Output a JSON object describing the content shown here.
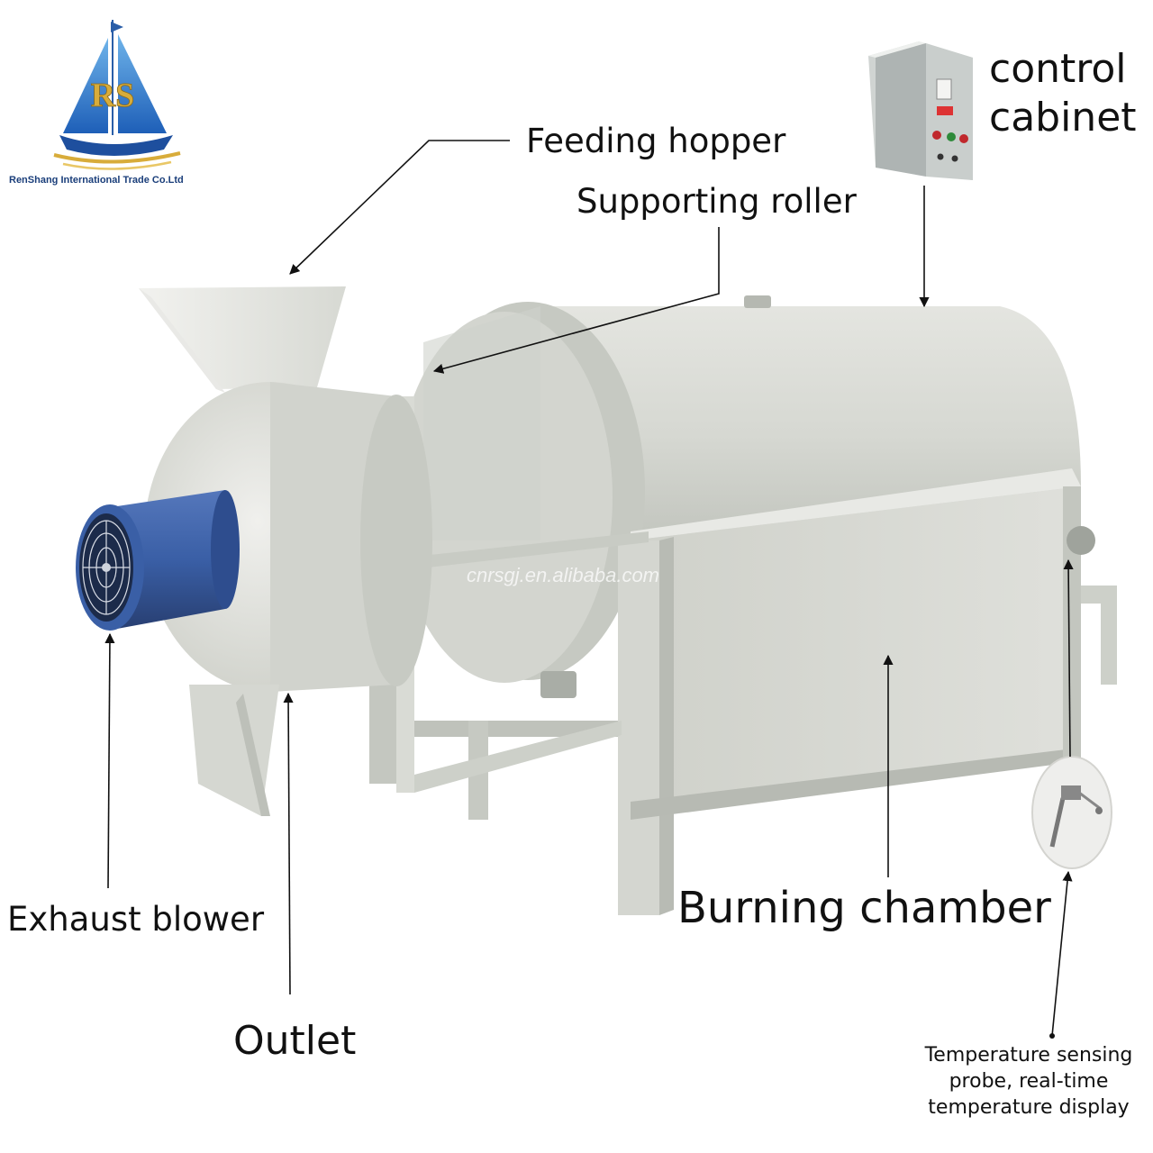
{
  "logo": {
    "monogram": "RS",
    "company": "RenShang International Trade Co.Ltd"
  },
  "watermark": "cnrsgj.en.alibaba.com",
  "labels": {
    "feeding_hopper": "Feeding hopper",
    "supporting_roller": "Supporting roller",
    "control_cabinet_line1": "control",
    "control_cabinet_line2": "cabinet",
    "exhaust_blower": "Exhaust blower",
    "outlet": "Outlet",
    "burning_chamber": "Burning chamber",
    "temperature_probe": "Temperature sensing probe, real-time temperature display"
  },
  "colors": {
    "machine_body": "#d9dbd5",
    "machine_shadow": "#b9bcb5",
    "blower_blue": "#3a5fa6",
    "logo_blue": "#1e5fb8",
    "logo_gold": "#d8ac3a"
  }
}
